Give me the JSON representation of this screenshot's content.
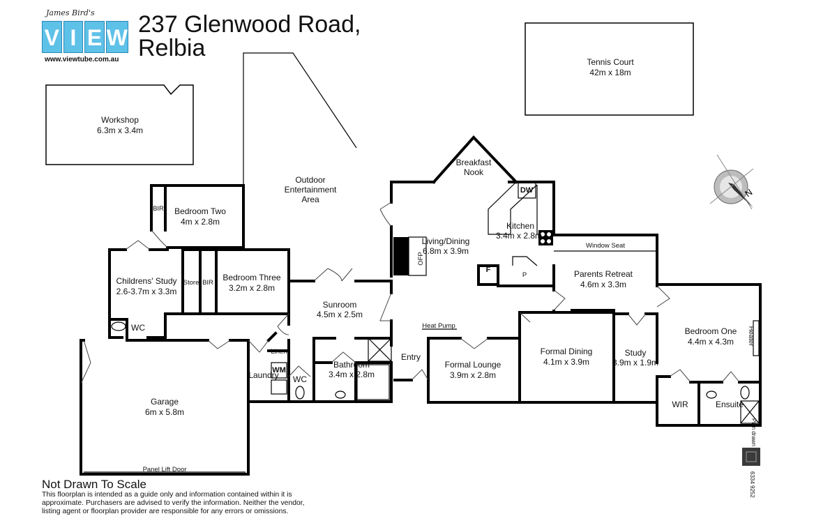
{
  "logo": {
    "script": "James Bird's",
    "letters": [
      "V",
      "I",
      "E",
      "W"
    ],
    "url": "www.viewtube.com.au"
  },
  "title": {
    "line1": "237 Glenwood Road,",
    "line2": "Relbia"
  },
  "rooms": {
    "tennis": {
      "name": "Tennis Court",
      "size": "42m x 18m"
    },
    "workshop": {
      "name": "Workshop",
      "size": "6.3m x 3.4m"
    },
    "outdoor": {
      "line1": "Outdoor",
      "line2": "Entertainment",
      "line3": "Area"
    },
    "breakfast": {
      "line1": "Breakfast",
      "line2": "Nook"
    },
    "bedroom_two": {
      "name": "Bedroom Two",
      "size": "4m x 2.8m"
    },
    "bir1": "BIR",
    "kitchen": {
      "name": "Kitchen",
      "size": "3.4m x 2.8m"
    },
    "dw": "DW",
    "living": {
      "name": "Living/Dining",
      "size": "6.8m x 3.9m"
    },
    "ofp": "OFP",
    "childrens_study": {
      "name": "Childrens' Study",
      "size": "2.6-3.7m x 3.3m"
    },
    "store": "Store",
    "bir2": "BIR",
    "bedroom_three": {
      "name": "Bedroom Three",
      "size": "3.2m x 2.8m"
    },
    "window_seat": "Window Seat",
    "parents_retreat": {
      "name": "Parents Retreat",
      "size": "4.6m x 3.3m"
    },
    "fridge": "F",
    "pantry": "P",
    "sunroom": {
      "name": "Sunroom",
      "size": "4.5m x 2.5m"
    },
    "wc1": "WC",
    "heat_pump": "Heat Pump",
    "bedroom_one": {
      "name": "Bedroom One",
      "size": "4.4m x 4.3m"
    },
    "heater": "Heater",
    "formal_dining": {
      "name": "Formal Dining",
      "size": "4.1m x 3.9m"
    },
    "study": {
      "name": "Study",
      "size": "3.9m x 1.9m"
    },
    "linen": "Linen",
    "entry": "Entry",
    "wm": "WM",
    "bathroom": {
      "name": "Bathroom",
      "size": "3.4m x 2.8m"
    },
    "formal_lounge": {
      "name": "Formal Lounge",
      "size": "3.9m x 2.8m"
    },
    "laundry": "Laundry",
    "wc2": "WC",
    "wir": "WIR",
    "ensuite": "Ensuite",
    "garage": {
      "name": "Garage",
      "size": "6m x 5.8m"
    },
    "panel_lift": "Panel Lift Door"
  },
  "compass": {
    "north": "N"
  },
  "credit": {
    "drawn_by": "Plan drawn by",
    "phone": "6334 9252"
  },
  "disclaimer": {
    "heading": "Not Drawn To Scale",
    "line1": "This floorplan is intended as a guide only and information contained within it is",
    "line2": "approximate. Purchasers are advised to verify the information. Neither the vendor,",
    "line3": "listing agent or floorplan provider are responsible for any errors or omissions."
  },
  "colors": {
    "logo_blue": "#5ec1e8",
    "wall": "#000000"
  }
}
